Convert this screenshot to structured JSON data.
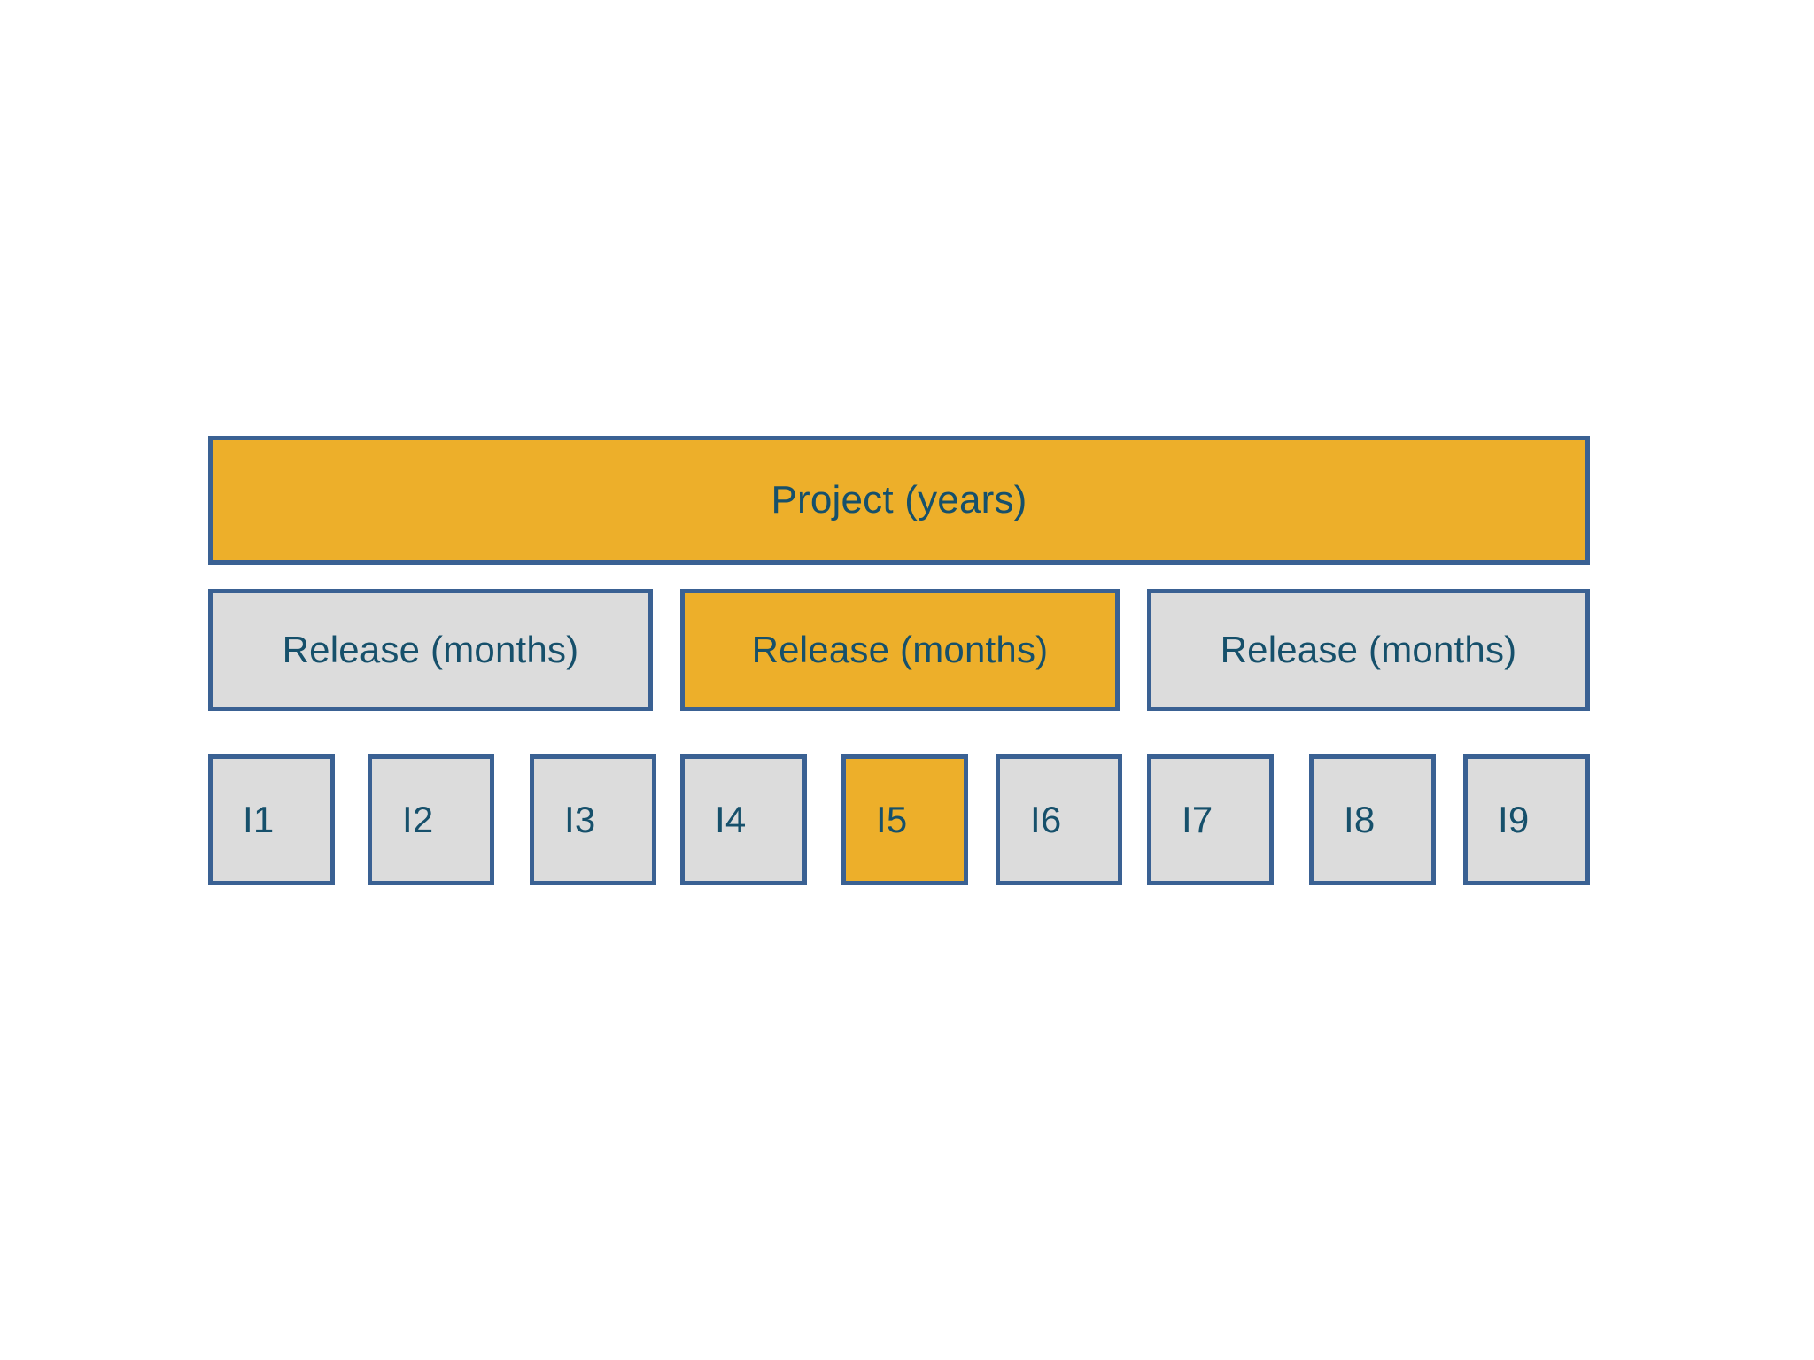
{
  "diagram": {
    "title_text": "",
    "background_color": "#FFFFFF",
    "colors": {
      "highlight_fill": "#EDAF2A",
      "default_fill": "#DCDCDC",
      "border": "#3A6193",
      "text": "#16506B"
    },
    "levels": {
      "project": {
        "label": "Project (years)",
        "highlighted": true
      },
      "releases": [
        {
          "label": "Release (months)",
          "highlighted": false
        },
        {
          "label": "Release (months)",
          "highlighted": true
        },
        {
          "label": "Release (months)",
          "highlighted": false
        }
      ],
      "iterations": [
        {
          "label": "I1",
          "highlighted": false
        },
        {
          "label": "I2",
          "highlighted": false
        },
        {
          "label": "I3",
          "highlighted": false
        },
        {
          "label": "I4",
          "highlighted": false
        },
        {
          "label": "I5",
          "highlighted": true
        },
        {
          "label": "I6",
          "highlighted": false
        },
        {
          "label": "I7",
          "highlighted": false
        },
        {
          "label": "I8",
          "highlighted": false
        },
        {
          "label": "I9",
          "highlighted": false
        }
      ]
    }
  }
}
